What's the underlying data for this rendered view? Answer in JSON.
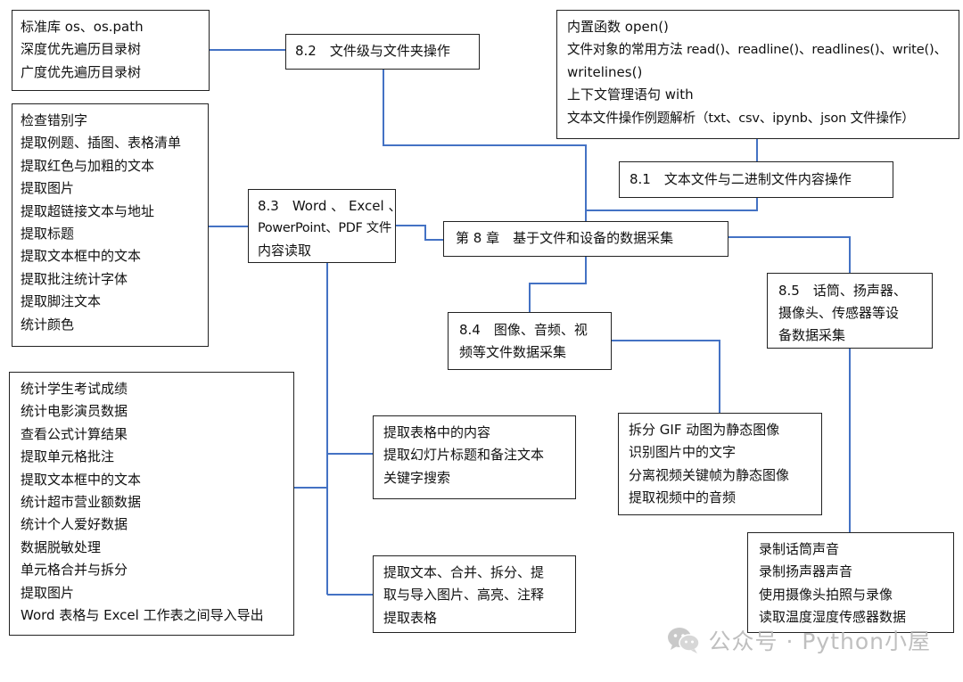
{
  "colors": {
    "connector": "#4472C4",
    "border": "#222222",
    "watermark": "#b9b9b9"
  },
  "boxes": {
    "b82_list": {
      "lines": [
        "标准库 os、os.path",
        "深度优先遍历目录树",
        "广度优先遍历目录树"
      ]
    },
    "b82_title": {
      "lines": [
        "8.2　文件级与文件夹操作"
      ]
    },
    "b81_list": {
      "lines": [
        "内置函数 open()",
        "文件对象的常用方法 read()、readline()、readlines()、write()、",
        "writelines()",
        "上下文管理语句 with",
        "文本文件操作例题解析（txt、csv、ipynb、json 文件操作）"
      ]
    },
    "b81_title": {
      "lines": [
        "8.1　文本文件与二进制文件内容操作"
      ]
    },
    "b83_word": {
      "lines": [
        "检查错别字",
        "提取例题、插图、表格清单",
        "提取红色与加粗的文本",
        "提取图片",
        "提取超链接文本与地址",
        "提取标题",
        "提取文本框中的文本",
        "提取批注统计字体",
        "提取脚注文本",
        "统计颜色"
      ]
    },
    "b83_title": {
      "lines": [
        "8.3　Word 、 Excel 、",
        "PowerPoint、PDF 文件",
        "内容读取"
      ]
    },
    "b8_root": {
      "lines": [
        "第 8 章　基于文件和设备的数据采集"
      ]
    },
    "b85_title": {
      "lines": [
        "8.5　话筒、扬声器、",
        "摄像头、传感器等设",
        "备数据采集"
      ]
    },
    "b84_title": {
      "lines": [
        "8.4　图像、音频、视",
        "频等文件数据采集"
      ]
    },
    "b83_excel": {
      "lines": [
        "统计学生考试成绩",
        "统计电影演员数据",
        "查看公式计算结果",
        "提取单元格批注",
        "提取文本框中的文本",
        "统计超市营业额数据",
        "统计个人爱好数据",
        "数据脱敏处理",
        "单元格合并与拆分",
        "提取图片",
        "Word 表格与 Excel 工作表之间导入导出"
      ]
    },
    "b83_ppt": {
      "lines": [
        "提取表格中的内容",
        "提取幻灯片标题和备注文本",
        "关键字搜索"
      ]
    },
    "b84_list": {
      "lines": [
        "拆分 GIF 动图为静态图像",
        "识别图片中的文字",
        "分离视频关键帧为静态图像",
        "提取视频中的音频"
      ]
    },
    "b83_pdf": {
      "lines": [
        "提取文本、合并、拆分、提",
        "取与导入图片、高亮、注释",
        "提取表格"
      ]
    },
    "b85_list": {
      "lines": [
        "录制话筒声音",
        "录制扬声器声音",
        "使用摄像头拍照与录像",
        "读取温度湿度传感器数据"
      ]
    }
  },
  "watermark": {
    "text": "公众号 · Python小屋",
    "icon": "wechat-icon"
  }
}
